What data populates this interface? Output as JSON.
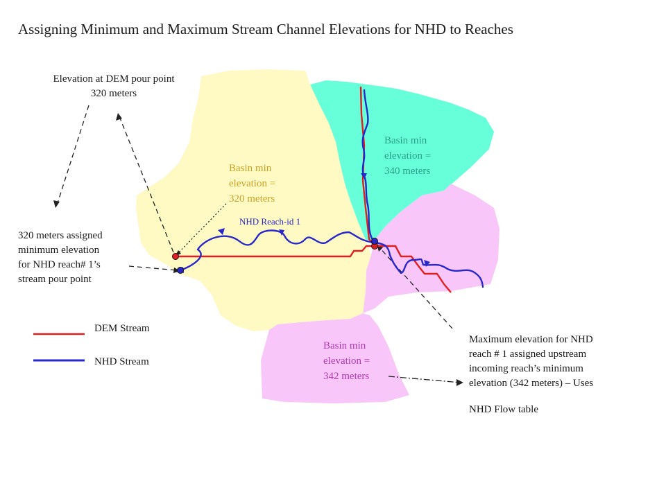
{
  "title": "Assigning Minimum and Maximum Stream Channel Elevations for NHD to Reaches",
  "annotations": {
    "dem_pour_point": [
      "Elevation at DEM pour point",
      "320 meters"
    ],
    "assigned_min": [
      "320 meters assigned",
      "minimum elevation",
      "for NHD reach# 1’s",
      "stream pour point"
    ],
    "max_elevation": [
      "Maximum elevation for NHD",
      "reach # 1 assigned upstream",
      "incoming reach’s minimum",
      "elevation (342 meters) – Uses"
    ],
    "flow_table": "NHD Flow table"
  },
  "basins": {
    "yellow": {
      "lines": [
        "Basin min",
        "elevation =",
        "320 meters"
      ],
      "color": "#FFF9C4",
      "label_color": "#C9A227"
    },
    "teal": {
      "lines": [
        "Basin min",
        "elevation =",
        "340 meters"
      ],
      "color": "#66FFD9",
      "label_color": "#2AA08A"
    },
    "pink": {
      "lines": [
        "Basin min",
        "elevation =",
        "342 meters"
      ],
      "color": "#F8C6F8",
      "label_color": "#B03AB0"
    }
  },
  "reach_label": "NHD Reach-id 1",
  "legend": {
    "dem": {
      "label": "DEM Stream",
      "color": "#E02020"
    },
    "nhd": {
      "label": "NHD Stream",
      "color": "#2828C8"
    }
  }
}
